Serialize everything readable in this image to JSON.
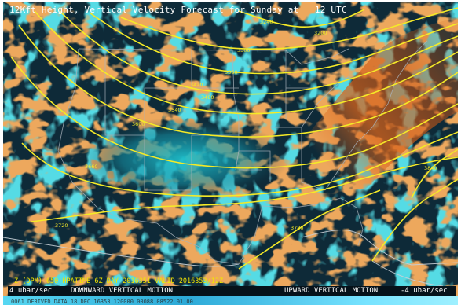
{
  "title": {
    "text": "12Kft Height, Vertical Velocity Forecast for Sunday at",
    "time": "12 UTC"
  },
  "run_info": "Z (DPM) 650 HPATIME 6Z DAY 2016351 VALID 2016353/12Z",
  "legend": {
    "left_value": "4 ubar/sec",
    "left_label": "DOWNWARD VERTICAL MOTION",
    "right_label": "UPWARD VERTICAL MOTION",
    "right_value": "-4 ubar/sec"
  },
  "footer": "0061 DERIVED DATA  18 DEC 16353 120000 00088 08522 01.00",
  "colors": {
    "downward": "#d9641b",
    "upward": "#17b6c8",
    "background": "#0e2a38",
    "contour": "#f5ea27",
    "borders": "#a9b3bc"
  },
  "contours": [
    {
      "label": "3240"
    },
    {
      "label": "3200"
    },
    {
      "label": "3300"
    },
    {
      "label": "3360"
    },
    {
      "label": "3420"
    },
    {
      "label": "3480"
    },
    {
      "label": "3540"
    },
    {
      "label": "3600"
    },
    {
      "label": "3660"
    },
    {
      "label": "3720"
    },
    {
      "label": "3780"
    },
    {
      "label": "3840"
    }
  ]
}
